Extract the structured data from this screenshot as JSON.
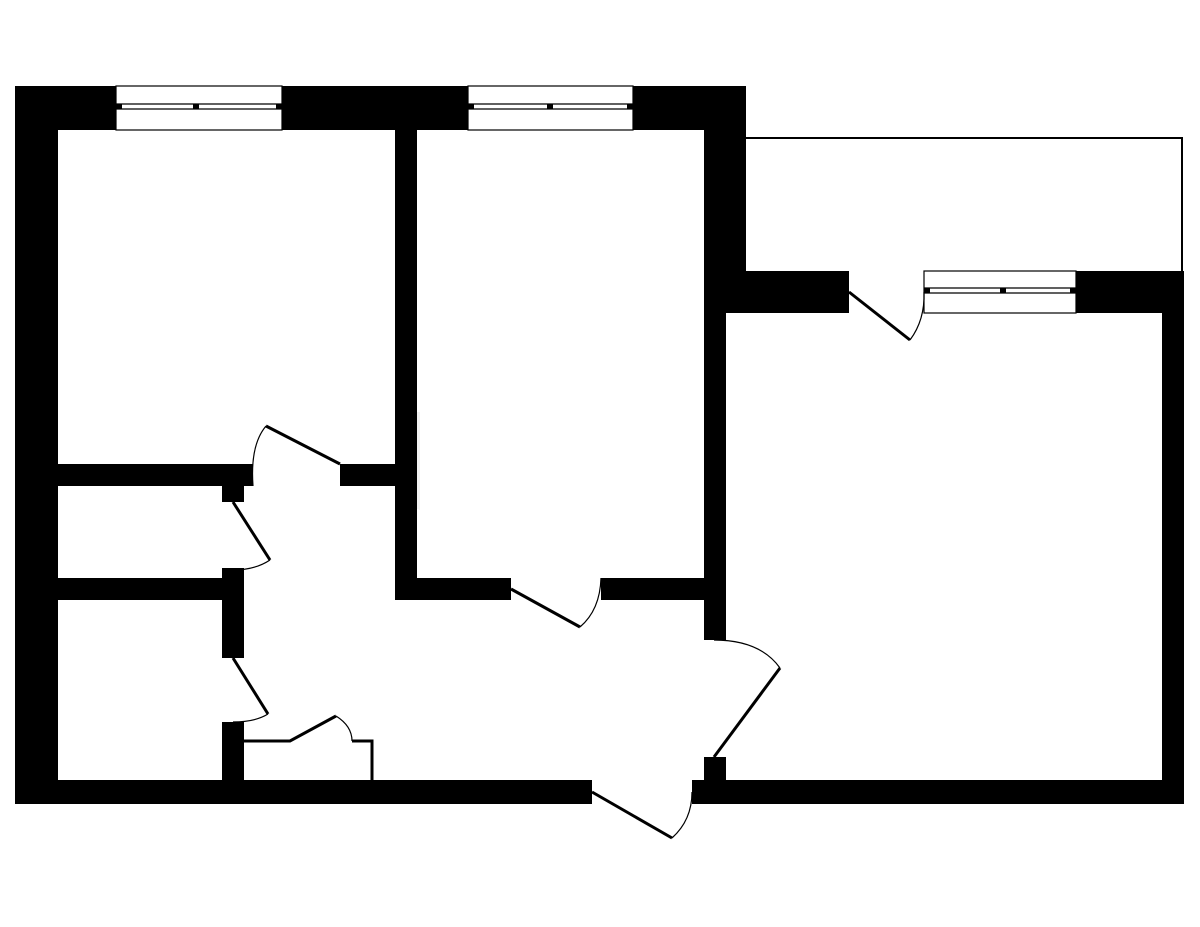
{
  "plan": {
    "colors": {
      "wall": "#000000",
      "background": "#ffffff",
      "watermark": "#f2f2f2"
    },
    "rooms": [
      {
        "id": "room-1"
      },
      {
        "id": "room-2"
      },
      {
        "id": "room-3"
      },
      {
        "id": "storage-1"
      },
      {
        "id": "bathroom"
      },
      {
        "id": "hallway"
      },
      {
        "id": "balcony"
      }
    ]
  }
}
